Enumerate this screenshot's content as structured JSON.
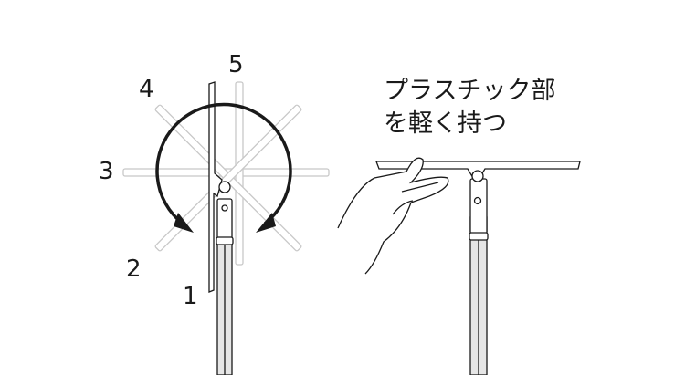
{
  "left_figure": {
    "positions": [
      "1",
      "2",
      "3",
      "4",
      "5"
    ],
    "description": "squeegee head rotation positions"
  },
  "right_figure": {
    "caption_line1": "プラスチック部",
    "caption_line2": "を軽く持つ"
  },
  "colors": {
    "ink": "#1a1a1a",
    "ghost": "#c8c8c8",
    "shaft": "#e6e6e6"
  }
}
